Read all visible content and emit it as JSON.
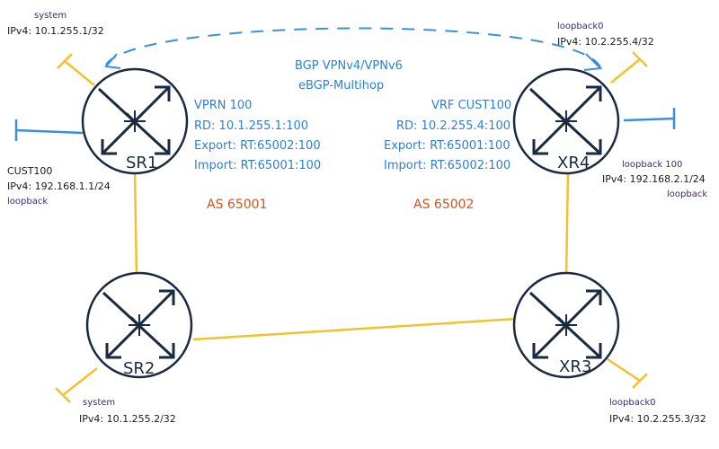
{
  "bgp": {
    "title": "BGP VPNv4/VPNv6",
    "subtitle": "eBGP-Multihop"
  },
  "routers": {
    "sr1": {
      "name": "SR1"
    },
    "sr2": {
      "name": "SR2"
    },
    "xr3": {
      "name": "XR3"
    },
    "xr4": {
      "name": "XR4"
    }
  },
  "sr1_system": {
    "label": "system",
    "ip": "IPv4: 10.1.255.1/32"
  },
  "sr2_system": {
    "label": "system",
    "ip": "IPv4: 10.1.255.2/32"
  },
  "xr4_loopback0": {
    "label": "loopback0",
    "ip": "IPv4: 10.2.255.4/32"
  },
  "xr3_loopback0": {
    "label": "loopback0",
    "ip": "IPv4: 10.2.255.3/32"
  },
  "sr1_cust": {
    "name": "CUST100",
    "ip": "IPv4: 192.168.1.1/24",
    "type": "loopback"
  },
  "xr4_cust": {
    "name": "loopback 100",
    "ip": "IPv4: 192.168.2.1/24",
    "type": "loopback"
  },
  "vprn": {
    "title": "VPRN 100",
    "rd": "RD: 10.1.255.1:100",
    "export": "Export: RT:65002:100",
    "import": "Import: RT:65001:100"
  },
  "vrf": {
    "title": "VRF CUST100",
    "rd": "RD: 10.2.255.4:100",
    "export": "Export: RT:65001:100",
    "import": "Import: RT:65002:100"
  },
  "as_left": "AS 65001",
  "as_right": "AS 65002",
  "colors": {
    "link": "#f2c12e",
    "bgp": "#3a8fe0",
    "router_stroke": "#1a2a40",
    "as": "#d8501e"
  },
  "icon_names": [
    "router-icon"
  ]
}
